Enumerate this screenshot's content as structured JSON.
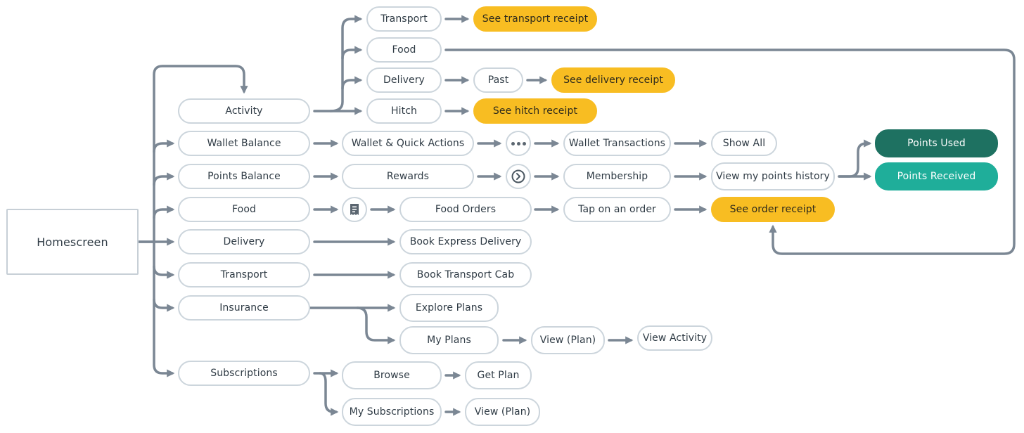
{
  "nodes": {
    "homescreen": "Homescreen",
    "activity": "Activity",
    "wallet_balance": "Wallet Balance",
    "points_balance": "Points Balance",
    "food": "Food",
    "delivery": "Delivery",
    "transport": "Transport",
    "insurance": "Insurance",
    "subscriptions": "Subscriptions",
    "activity_transport": "Transport",
    "activity_food": "Food",
    "activity_delivery": "Delivery",
    "activity_hitch": "Hitch",
    "see_transport_receipt": "See transport receipt",
    "past": "Past",
    "see_delivery_receipt": "See delivery receipt",
    "see_hitch_receipt": "See hitch receipt",
    "wallet_quick_actions": "Wallet & Quick Actions",
    "wallet_transactions": "Wallet Transactions",
    "show_all": "Show All",
    "rewards": "Rewards",
    "membership": "Membership",
    "view_points_history": "View my points history",
    "points_used": "Points Used",
    "points_received": "Points Received",
    "food_orders": "Food Orders",
    "tap_on_order": "Tap on an order",
    "see_order_receipt": "See order receipt",
    "book_express_delivery": "Book Express Delivery",
    "book_transport_cab": "Book Transport Cab",
    "explore_plans": "Explore Plans",
    "my_plans": "My Plans",
    "view_plan_insurance": "View (Plan)",
    "view_activity": "View Activity",
    "browse": "Browse",
    "get_plan": "Get Plan",
    "my_subscriptions": "My Subscriptions",
    "view_plan_subscriptions": "View (Plan)"
  },
  "icons": {
    "more": "more-dots-icon",
    "arrow": "circle-arrow-icon",
    "receipt": "receipt-icon"
  },
  "colors": {
    "connector": "#7b8794",
    "node_border": "#ccd5dc",
    "receipt": "#f8bd22",
    "points_used": "#1e7161",
    "points_received": "#1fae9a"
  }
}
